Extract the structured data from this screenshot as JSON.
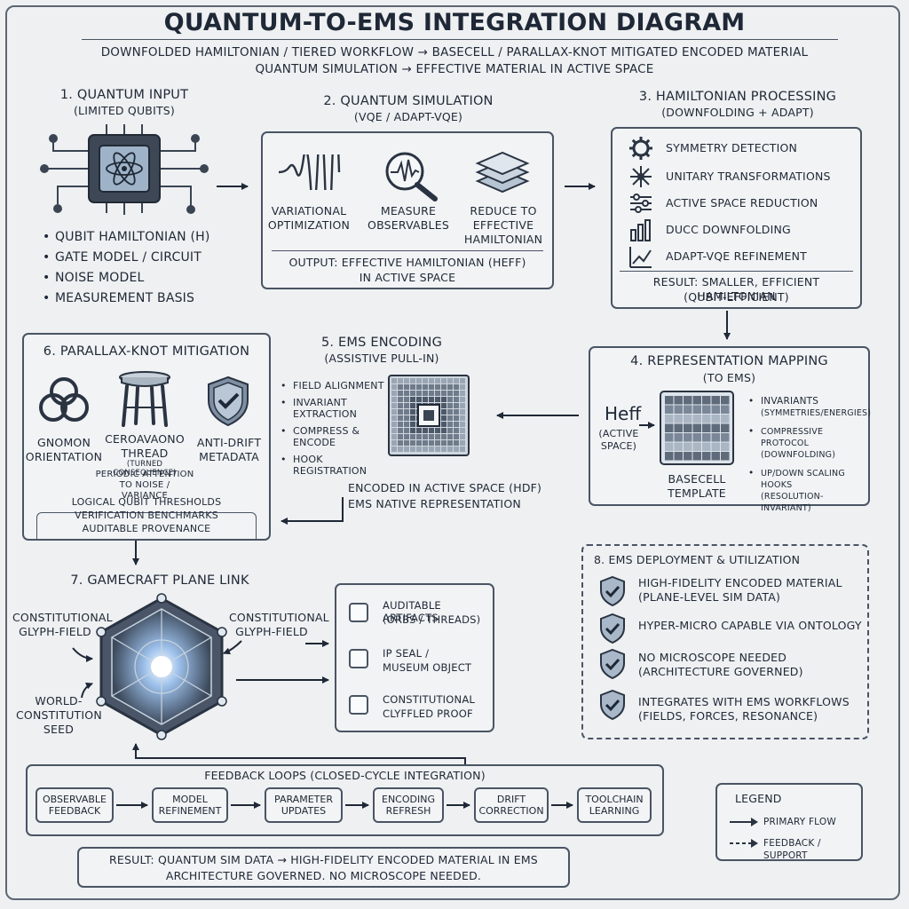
{
  "header": {
    "title": "QUANTUM-TO-EMS INTEGRATION DIAGRAM",
    "subtitle_line1": "DOWNFOLDED HAMILTONIAN / TIERED WORKFLOW → BASECELL / PARALLAX-KNOT MITIGATED ENCODED MATERIAL",
    "subtitle_line2": "QUANTUM SIMULATION → EFFECTIVE MATERIAL IN ACTIVE SPACE"
  },
  "s1": {
    "title": "1. QUANTUM INPUT",
    "subtitle": "(LIMITED QUBITS)",
    "items": [
      "QUBIT HAMILTONIAN (H)",
      "GATE MODEL / CIRCUIT",
      "NOISE MODEL",
      "MEASUREMENT BASIS"
    ]
  },
  "s2": {
    "title": "2. QUANTUM SIMULATION",
    "subtitle": "(VQE / ADAPT-VQE)",
    "step1": "VARIATIONAL OPTIMIZATION",
    "step2": "MEASURE OBSERVABLES",
    "step3": "REDUCE TO EFFECTIVE HAMILTONIAN",
    "output_line1": "OUTPUT: EFFECTIVE HAMILTONIAN (Heff)",
    "output_line2": "IN ACTIVE SPACE"
  },
  "s3": {
    "title": "3. HAMILTONIAN PROCESSING",
    "subtitle": "(DOWNFOLDING + ADAPT)",
    "items": [
      "SYMMETRY DETECTION",
      "UNITARY TRANSFORMATIONS",
      "ACTIVE SPACE REDUCTION",
      "DUCC DOWNFOLDING",
      "ADAPT-VQE REFINEMENT"
    ],
    "result_line1": "RESULT: SMALLER, EFFICIENT HAMILTONIAN",
    "result_line2": "(QUBIT-EFFICIENT)"
  },
  "s4": {
    "title": "4. REPRESENTATION MAPPING",
    "subtitle": "(TO EMS)",
    "heff": "Heff",
    "active_space": "(ACTIVE SPACE)",
    "template_label": "BASECELL TEMPLATE",
    "items": [
      {
        "main": "INVARIANTS",
        "sub": "(SYMMETRIES/ENERGIES)"
      },
      {
        "main": "COMPRESSIVE PROTOCOL",
        "sub": "(DOWNFOLDING)"
      },
      {
        "main": "UP/DOWN SCALING HOOKS",
        "sub": "(RESOLUTION-INVARIANT)"
      }
    ]
  },
  "s5": {
    "title": "5. EMS ENCODING",
    "subtitle": "(ASSISTIVE PULL-IN)",
    "items": [
      "FIELD ALIGNMENT",
      "INVARIANT EXTRACTION",
      "COMPRESS & ENCODE",
      "HOOK REGISTRATION"
    ],
    "encoded_line1": "ENCODED IN ACTIVE SPACE (HDF)",
    "encoded_line2": "EMS NATIVE REPRESENTATION"
  },
  "s6": {
    "title": "6. PARALLAX-KNOT MITIGATION",
    "col1": "GNOMON ORIENTATION",
    "col2": "CEROAVAONO THREAD",
    "col2_sub": "(TURNED CONSEQUENCE)",
    "col2_note": "PERIODIC ATTENTION TO NOISE / VARIANCE",
    "col3": "ANTI-DRIFT METADATA",
    "footer_lines": [
      "LOGICAL QUBIT THRESHOLDS",
      "VERIFICATION BENCHMARKS",
      "AUDITABLE PROVENANCE"
    ]
  },
  "s7": {
    "title": "7. GAMECRAFT PLANE LINK",
    "label_left": "CONSTITUTIONAL GLYPH-FIELD",
    "label_right": "CONSTITUTIONAL GLYPH-FIELD",
    "label_seed": "WORLD-CONSTITUTION SEED",
    "artifacts": [
      {
        "line1": "AUDITABLE ARTIFACTS",
        "line2": "(ORBS / THREADS)"
      },
      {
        "line1": "IP SEAL /",
        "line2": "MUSEUM OBJECT"
      },
      {
        "line1": "CONSTITUTIONAL",
        "line2": "CLYFFLED PROOF"
      }
    ]
  },
  "s8": {
    "title": "8. EMS DEPLOYMENT & UTILIZATION",
    "items": [
      {
        "line1": "HIGH-FIDELITY ENCODED MATERIAL",
        "line2": "(PLANE-LEVEL SIM DATA)"
      },
      {
        "line1": "HYPER-MICRO CAPABLE VIA ONTOLOGY",
        "line2": ""
      },
      {
        "line1": "NO MICROSCOPE NEEDED",
        "line2": "(ARCHITECTURE GOVERNED)"
      },
      {
        "line1": "INTEGRATES WITH EMS WORKFLOWS",
        "line2": "(FIELDS, FORCES, RESONANCE)"
      }
    ]
  },
  "feedback": {
    "title": "FEEDBACK LOOPS (CLOSED-CYCLE INTEGRATION)",
    "steps": [
      "OBSERVABLE FEEDBACK",
      "MODEL REFINEMENT",
      "PARAMETER UPDATES",
      "ENCODING REFRESH",
      "DRIFT CORRECTION",
      "TOOLCHAIN LEARNING"
    ]
  },
  "legend": {
    "title": "LEGEND",
    "primary": "PRIMARY FLOW",
    "feedback": "FEEDBACK / SUPPORT"
  },
  "result": {
    "line1": "RESULT: QUANTUM SIM DATA → HIGH-FIDELITY ENCODED MATERIAL IN EMS",
    "line2": "ARCHITECTURE GOVERNED. NO MICROSCOPE NEEDED."
  },
  "colors": {
    "ink": "#1f2836",
    "border": "#4a5463",
    "accent": "#8fb0d8",
    "background": "#eef0f2"
  }
}
